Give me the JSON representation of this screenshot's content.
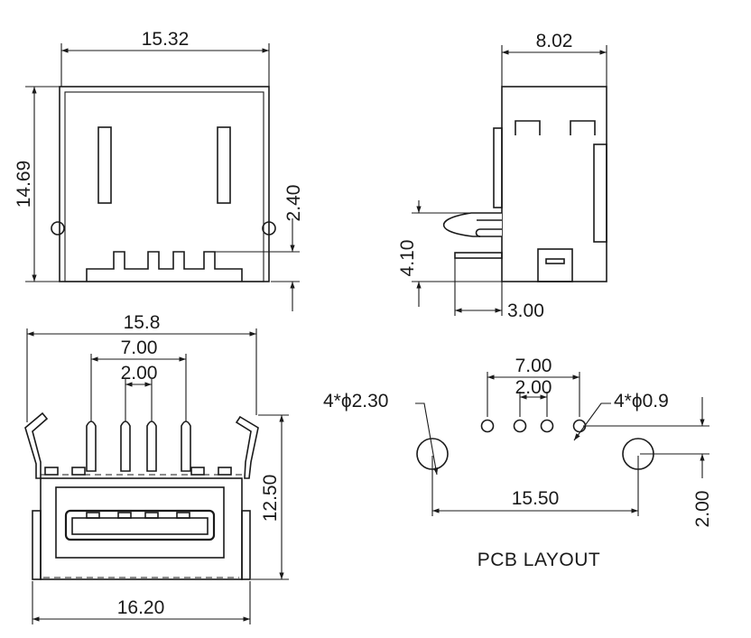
{
  "drawing": {
    "top_view": {
      "width_label": "15.32",
      "height_label": "14.69",
      "pin_offset_label": "2.40"
    },
    "side_view": {
      "depth_label": "8.02",
      "latch_label": "4.10",
      "pin_label": "3.00"
    },
    "front_view": {
      "outer_width_label": "15.8",
      "pin_span_label": "7.00",
      "pin_pitch_label": "2.00",
      "height_label": "12.50",
      "base_width_label": "16.20"
    },
    "pcb_layout": {
      "title": "PCB LAYOUT",
      "pin_span_label": "7.00",
      "pin_pitch_label": "2.00",
      "large_hole_label": "4*ϕ2.30",
      "small_hole_label": "4*ϕ0.9",
      "mount_span_label": "15.50",
      "mount_offset_label": "2.00"
    }
  }
}
